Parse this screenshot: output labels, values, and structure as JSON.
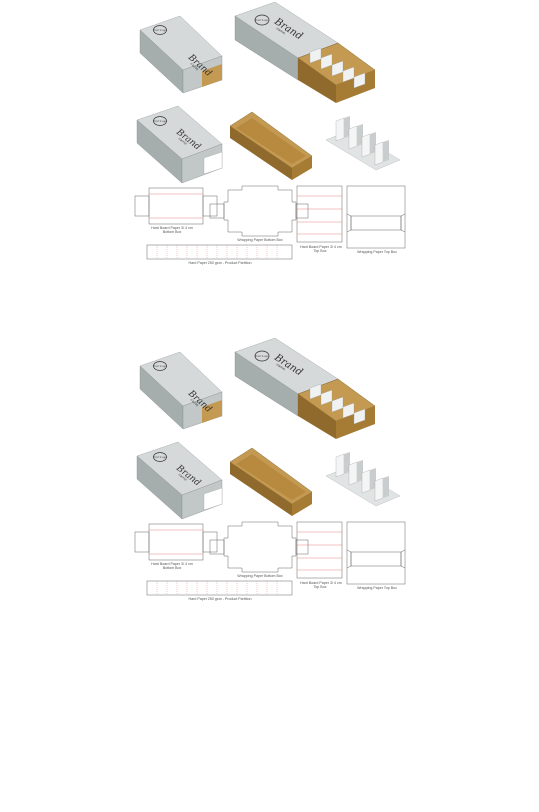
{
  "brand": {
    "logo_text": "Your Logo",
    "word": "Brand",
    "tagline": "name"
  },
  "captions": {
    "bottom_box": [
      "Hard Board Paper 3/ 4 cm",
      "Bottom Box"
    ],
    "wrap_bottom": "Wrapping Paper Bottom Box",
    "top_box": [
      "Hard Board Paper 3/ 4 cm",
      "Top Box"
    ],
    "wrap_top": "Wrapping Paper Top Box",
    "partition": "Hard Paper 250 gsm - Product Partition"
  },
  "colors": {
    "sleeve_top": "#d6d9d9",
    "sleeve_side": "#a6adad",
    "sleeve_front": "#c2c7c7",
    "kraft_light": "#c49a52",
    "kraft_dark": "#8f6a2c",
    "partition": "#e1e4e4",
    "dieline": "#666666",
    "fold_line": "#d9534f"
  }
}
